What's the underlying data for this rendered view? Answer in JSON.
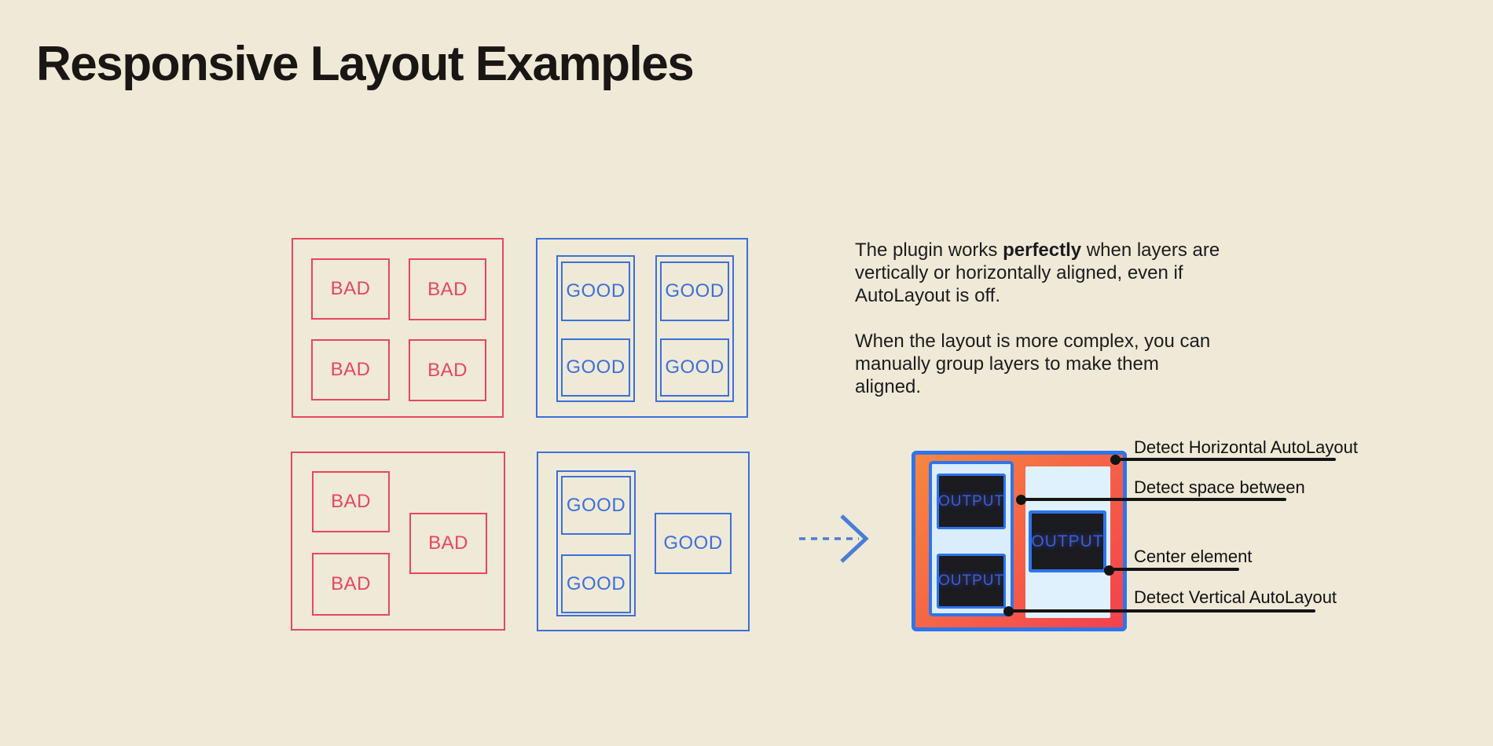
{
  "title": "Responsive Layout Examples",
  "labels": {
    "bad": "BAD",
    "good": "GOOD",
    "output": "OUTPUT"
  },
  "intro": {
    "p1_before": "The plugin works ",
    "p1_bold": "perfectly",
    "p1_after": " when layers are vertically or horizontally aligned, even if AutoLayout is off.",
    "p2": "When the layout is more complex, you can manually group layers to make them aligned."
  },
  "annotations": [
    {
      "label": "Detect Horizontal AutoLayout"
    },
    {
      "label": "Detect space between"
    },
    {
      "label": "Center element"
    },
    {
      "label": "Detect Vertical AutoLayout"
    }
  ],
  "colors": {
    "bg": "#EFE9D7",
    "red": "#E8465F",
    "blue": "#3B70DB",
    "ink": "#1A1A1A",
    "frameBlue": "#2E74EC",
    "grad1": "#F6873F",
    "grad2": "#F4404E",
    "lightBlue": "#D9EDFC",
    "panelBlue": "#DFF1FD",
    "dark": "#1B1B20",
    "outputText": "#3D5CD8",
    "arrowBlue": "#4A7DD6",
    "lineBlack": "#141414"
  }
}
